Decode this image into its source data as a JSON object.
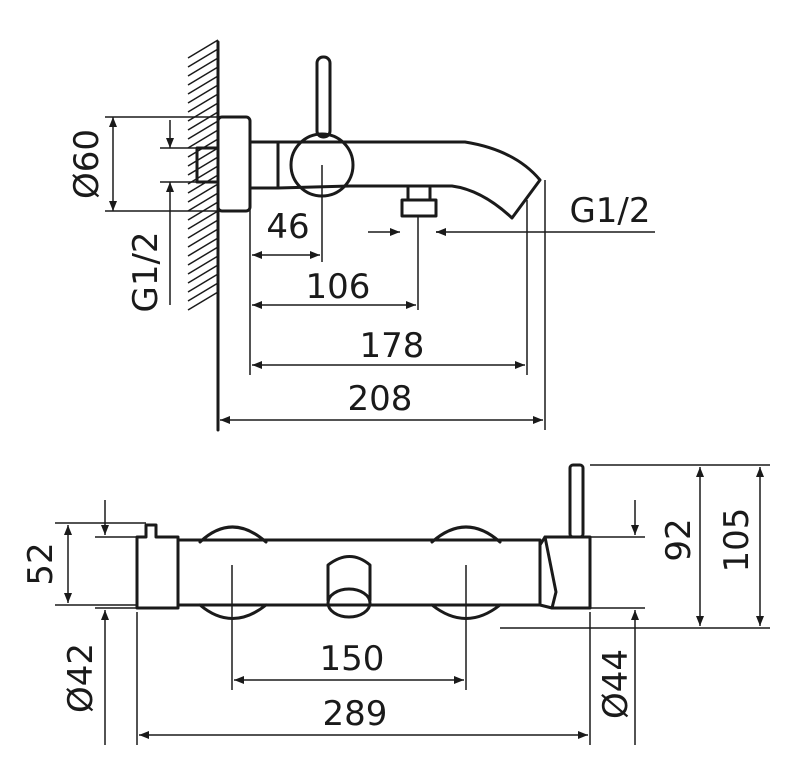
{
  "top_view": {
    "dia_60": "Ø60",
    "thread_left": "G1/2",
    "thread_right": "G1/2",
    "dim_46": "46",
    "dim_106": "106",
    "dim_178": "178",
    "dim_208": "208"
  },
  "front_view": {
    "dim_52": "52",
    "dia_42": "Ø42",
    "dim_150": "150",
    "dim_289": "289",
    "dim_92": "92",
    "dim_105": "105",
    "dia_44": "Ø44"
  },
  "colors": {
    "ink": "#1a1a1a",
    "background": "#ffffff"
  }
}
